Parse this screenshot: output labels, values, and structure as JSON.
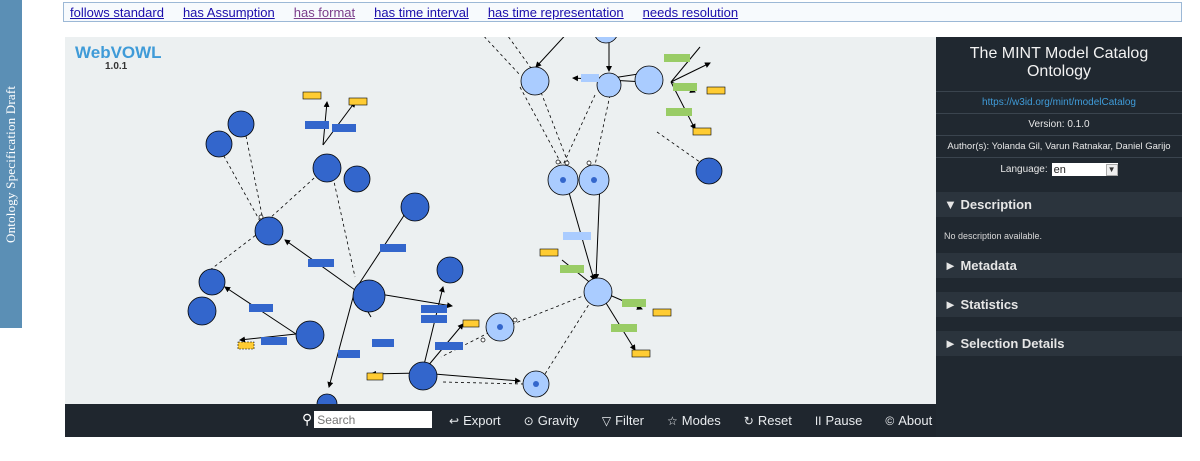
{
  "sidebar_left": {
    "text": "Ontology Specification Draft"
  },
  "links": [
    {
      "label": "follows standard",
      "visited": false
    },
    {
      "label": "has Assumption",
      "visited": false
    },
    {
      "label": "has format",
      "visited": true
    },
    {
      "label": "has time interval",
      "visited": false
    },
    {
      "label": "has time representation",
      "visited": false
    },
    {
      "label": "needs resolution",
      "visited": false
    }
  ],
  "brand": {
    "name": "WebVOWL",
    "version": "1.0.1"
  },
  "search": {
    "placeholder": "Search",
    "value": ""
  },
  "toolbar": {
    "export": "Export",
    "gravity": "Gravity",
    "filter": "Filter",
    "modes": "Modes",
    "reset": "Reset",
    "pause": "Pause",
    "about": "About"
  },
  "panel": {
    "title": "The MINT Model Catalog Ontology",
    "iri": "https://w3id.org/mint/modelCatalog",
    "version": "Version: 0.1.0",
    "authors": "Author(s): Yolanda Gil, Varun Ratnakar, Daniel Garijo",
    "language_label": "Language:",
    "language_value": "en",
    "sections": {
      "description": "▼ Description",
      "description_text": "No description available.",
      "metadata": "► Metadata",
      "statistics": "► Statistics",
      "selection": "► Selection Details"
    }
  },
  "colors": {
    "class_dark": "#3366cc",
    "class_light": "#aaccff",
    "datatype": "#ffcc33",
    "object_prop": "#aaccff",
    "datatype_prop": "#99cc66",
    "sidebar_bg": "#202830",
    "toolbar_bg": "#1f262e",
    "brand": "#3f9bd8"
  }
}
